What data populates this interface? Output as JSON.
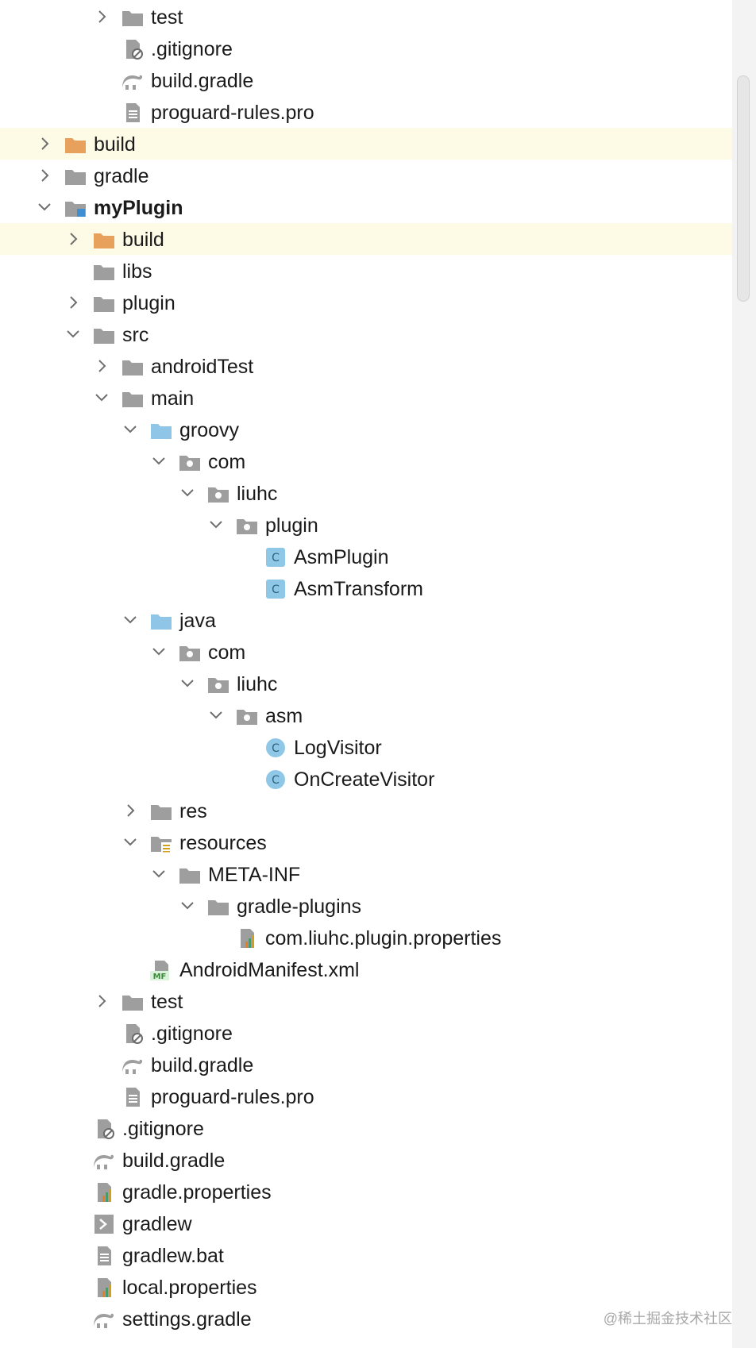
{
  "colors": {
    "folder": "#9e9e9e",
    "excluded_folder": "#e8a15d",
    "source_folder": "#8fc6e8",
    "class_icon": "#8ec8e6",
    "row_highlight": "#fdfbe6"
  },
  "tree": [
    {
      "label": "test",
      "depth": 3,
      "icon": "folder-icon",
      "expand": "collapsed"
    },
    {
      "label": ".gitignore",
      "depth": 3,
      "icon": "ignore-file-icon",
      "expand": "none"
    },
    {
      "label": "build.gradle",
      "depth": 3,
      "icon": "gradle-icon",
      "expand": "none"
    },
    {
      "label": "proguard-rules.pro",
      "depth": 3,
      "icon": "text-file-icon",
      "expand": "none"
    },
    {
      "label": "build",
      "depth": 1,
      "icon": "excluded-folder-icon",
      "expand": "collapsed",
      "highlight": true
    },
    {
      "label": "gradle",
      "depth": 1,
      "icon": "folder-icon",
      "expand": "collapsed"
    },
    {
      "label": "myPlugin",
      "depth": 1,
      "icon": "module-folder-icon",
      "expand": "expanded",
      "bold": true
    },
    {
      "label": "build",
      "depth": 2,
      "icon": "excluded-folder-icon",
      "expand": "collapsed",
      "highlight": true
    },
    {
      "label": "libs",
      "depth": 2,
      "icon": "folder-icon",
      "expand": "none"
    },
    {
      "label": "plugin",
      "depth": 2,
      "icon": "folder-icon",
      "expand": "collapsed"
    },
    {
      "label": "src",
      "depth": 2,
      "icon": "folder-icon",
      "expand": "expanded"
    },
    {
      "label": "androidTest",
      "depth": 3,
      "icon": "folder-icon",
      "expand": "collapsed"
    },
    {
      "label": "main",
      "depth": 3,
      "icon": "folder-icon",
      "expand": "expanded"
    },
    {
      "label": "groovy",
      "depth": 4,
      "icon": "source-folder-icon",
      "expand": "expanded"
    },
    {
      "label": "com",
      "depth": 5,
      "icon": "package-icon",
      "expand": "expanded"
    },
    {
      "label": "liuhc",
      "depth": 6,
      "icon": "package-icon",
      "expand": "expanded"
    },
    {
      "label": "plugin",
      "depth": 7,
      "icon": "package-icon",
      "expand": "expanded"
    },
    {
      "label": "AsmPlugin",
      "depth": 8,
      "icon": "groovy-class-icon",
      "expand": "none"
    },
    {
      "label": "AsmTransform",
      "depth": 8,
      "icon": "groovy-class-icon",
      "expand": "none"
    },
    {
      "label": "java",
      "depth": 4,
      "icon": "source-folder-icon",
      "expand": "expanded"
    },
    {
      "label": "com",
      "depth": 5,
      "icon": "package-icon",
      "expand": "expanded"
    },
    {
      "label": "liuhc",
      "depth": 6,
      "icon": "package-icon",
      "expand": "expanded"
    },
    {
      "label": "asm",
      "depth": 7,
      "icon": "package-icon",
      "expand": "expanded"
    },
    {
      "label": "LogVisitor",
      "depth": 8,
      "icon": "java-class-icon",
      "expand": "none"
    },
    {
      "label": "OnCreateVisitor",
      "depth": 8,
      "icon": "java-class-icon",
      "expand": "none"
    },
    {
      "label": "res",
      "depth": 4,
      "icon": "folder-icon",
      "expand": "collapsed"
    },
    {
      "label": "resources",
      "depth": 4,
      "icon": "resources-folder-icon",
      "expand": "expanded"
    },
    {
      "label": "META-INF",
      "depth": 5,
      "icon": "folder-icon",
      "expand": "expanded"
    },
    {
      "label": "gradle-plugins",
      "depth": 6,
      "icon": "folder-icon",
      "expand": "expanded"
    },
    {
      "label": "com.liuhc.plugin.properties",
      "depth": 7,
      "icon": "properties-file-icon",
      "expand": "none"
    },
    {
      "label": "AndroidManifest.xml",
      "depth": 4,
      "icon": "manifest-icon",
      "expand": "none"
    },
    {
      "label": "test",
      "depth": 3,
      "icon": "folder-icon",
      "expand": "collapsed"
    },
    {
      "label": ".gitignore",
      "depth": 3,
      "icon": "ignore-file-icon",
      "expand": "none"
    },
    {
      "label": "build.gradle",
      "depth": 3,
      "icon": "gradle-icon",
      "expand": "none"
    },
    {
      "label": "proguard-rules.pro",
      "depth": 3,
      "icon": "text-file-icon",
      "expand": "none"
    },
    {
      "label": ".gitignore",
      "depth": 2,
      "icon": "ignore-file-icon",
      "expand": "none"
    },
    {
      "label": "build.gradle",
      "depth": 2,
      "icon": "gradle-icon",
      "expand": "none"
    },
    {
      "label": "gradle.properties",
      "depth": 2,
      "icon": "properties-file-icon",
      "expand": "none"
    },
    {
      "label": "gradlew",
      "depth": 2,
      "icon": "shell-script-icon",
      "expand": "none"
    },
    {
      "label": "gradlew.bat",
      "depth": 2,
      "icon": "text-file-icon",
      "expand": "none"
    },
    {
      "label": "local.properties",
      "depth": 2,
      "icon": "properties-file-icon",
      "expand": "none"
    },
    {
      "label": "settings.gradle",
      "depth": 2,
      "icon": "gradle-icon",
      "expand": "none"
    }
  ],
  "watermark": "@稀土掘金技术社区",
  "icon_glyphs": {
    "class_letter": "C",
    "manifest_letters": "MF"
  }
}
